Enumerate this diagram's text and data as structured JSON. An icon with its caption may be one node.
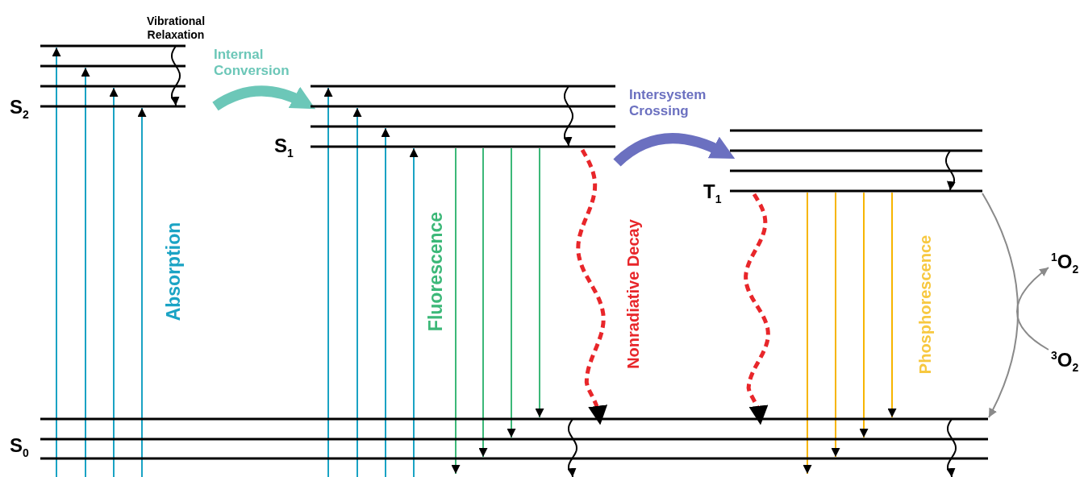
{
  "diagram": {
    "nodes": [
      {
        "text": [
          "S$_{2}$"
        ]
      },
      {
        "text": [
          "S$_{1}$"
        ]
      },
      {
        "text": [
          "T$_{1}$"
        ]
      },
      {
        "text": [
          "S$_{0}$"
        ]
      },
      {
        "text": [
          "$^{1}$O$_{2}$"
        ]
      },
      {
        "text": [
          "$^{3}$O$_{2}$"
        ]
      }
    ],
    "edges": [
      {
        "from": 3,
        "to": 0,
        "arrow": "to",
        "color": "#1aa3c4"
      },
      {
        "from": 3,
        "to": 0,
        "arrow": "to",
        "color": "#1aa3c4"
      },
      {
        "from": 3,
        "to": 0,
        "arrow": "to",
        "color": "#1aa3c4"
      },
      {
        "from": 3,
        "to": 0,
        "arrow": "to",
        "color": "#1aa3c4"
      },
      {
        "from": 3,
        "to": 1,
        "arrow": "to",
        "color": "#1aa3c4"
      },
      {
        "from": 3,
        "to": 1,
        "arrow": "to",
        "color": "#1aa3c4"
      },
      {
        "from": 3,
        "to": 1,
        "arrow": "to",
        "color": "#1aa3c4"
      },
      {
        "from": 3,
        "to": 1,
        "arrow": "to",
        "color": "#1aa3c4"
      },
      {
        "from": 1,
        "to": 3,
        "arrow": "to",
        "color": "#3cb878"
      },
      {
        "from": 1,
        "to": 3,
        "arrow": "to",
        "color": "#3cb878"
      },
      {
        "from": 1,
        "to": 3,
        "arrow": "to",
        "color": "#3cb878"
      },
      {
        "from": 1,
        "to": 3,
        "arrow": "to",
        "color": "#3cb878"
      },
      {
        "from": 1,
        "to": 3,
        "arrow": "to",
        "style": "dashed",
        "color": "#e8262a"
      },
      {
        "from": 0,
        "to": 1,
        "arrow": "to",
        "label": "Internal Conversion",
        "style": "thick",
        "color": "#6cc7b8"
      },
      {
        "from": 1,
        "to": 2,
        "arrow": "to",
        "label": "Intersystem Crossing",
        "style": "thick",
        "color": "#6b70c0"
      },
      {
        "from": 2,
        "to": 3,
        "arrow": "to",
        "color": "#f7b500"
      },
      {
        "from": 2,
        "to": 3,
        "arrow": "to",
        "color": "#f7b500"
      },
      {
        "from": 2,
        "to": 3,
        "arrow": "to",
        "color": "#f7b500"
      },
      {
        "from": 2,
        "to": 3,
        "arrow": "to",
        "color": "#f7b500"
      },
      {
        "from": 2,
        "to": 3,
        "arrow": "to",
        "style": "dashed",
        "color": "#e8262a"
      },
      {
        "from": 2,
        "to": 3,
        "arrow": "to",
        "color": "#8a8a8a"
      },
      {
        "from": 5,
        "to": 4,
        "arrow": "to",
        "color": "#8a8a8a"
      },
      {
        "from": 0,
        "to": 0,
        "arrow": "to",
        "label": "Vibrational Relaxation",
        "color": "#000000"
      },
      {
        "from": 1,
        "to": 1,
        "arrow": "to",
        "color": "#000000"
      },
      {
        "from": 2,
        "to": 2,
        "arrow": "to",
        "color": "#000000"
      },
      {
        "from": 3,
        "to": 3,
        "arrow": "to",
        "color": "#000000"
      },
      {
        "from": 3,
        "to": 3,
        "arrow": "to",
        "color": "#000000"
      }
    ],
    "labels": [
      "Absorption",
      "Fluorescence",
      "Nonradiative Decay",
      "Phosphorescence"
    ]
  }
}
